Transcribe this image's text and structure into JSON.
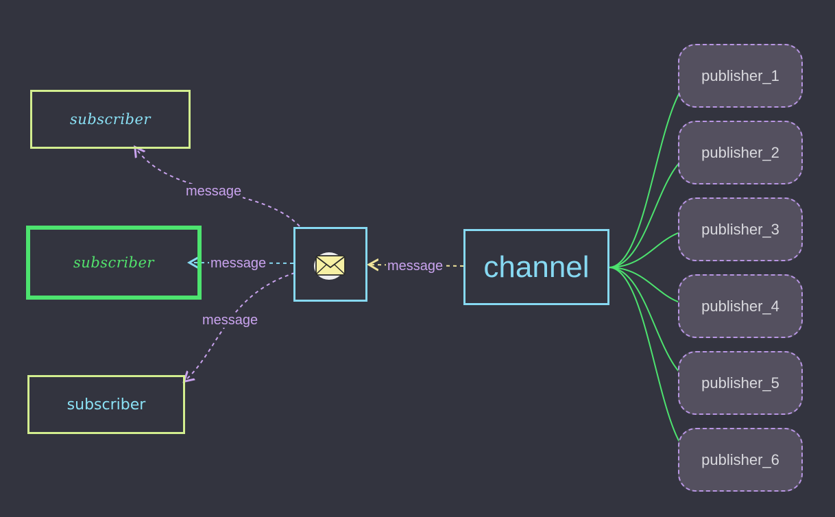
{
  "subscribers": [
    {
      "label": "subscriber",
      "style": "hand"
    },
    {
      "label": "subscriber",
      "style": "hand-active"
    },
    {
      "label": "subscriber",
      "style": "plain"
    }
  ],
  "channel": {
    "label": "channel"
  },
  "envelope": {
    "icon": "envelope-icon"
  },
  "publishers": [
    {
      "label": "publisher_1"
    },
    {
      "label": "publisher_2"
    },
    {
      "label": "publisher_3"
    },
    {
      "label": "publisher_4"
    },
    {
      "label": "publisher_5"
    },
    {
      "label": "publisher_6"
    }
  ],
  "edges": {
    "channel_to_envelope": "message",
    "envelope_to_subscriber_1": "message",
    "envelope_to_subscriber_2": "message",
    "envelope_to_subscriber_3": "message"
  },
  "colors": {
    "background": "#33343f",
    "publisher_link": "#4de36f",
    "message_link": "#c9a3ee",
    "active_link": "#87d9f2",
    "channel_link": "#f0e49a"
  }
}
